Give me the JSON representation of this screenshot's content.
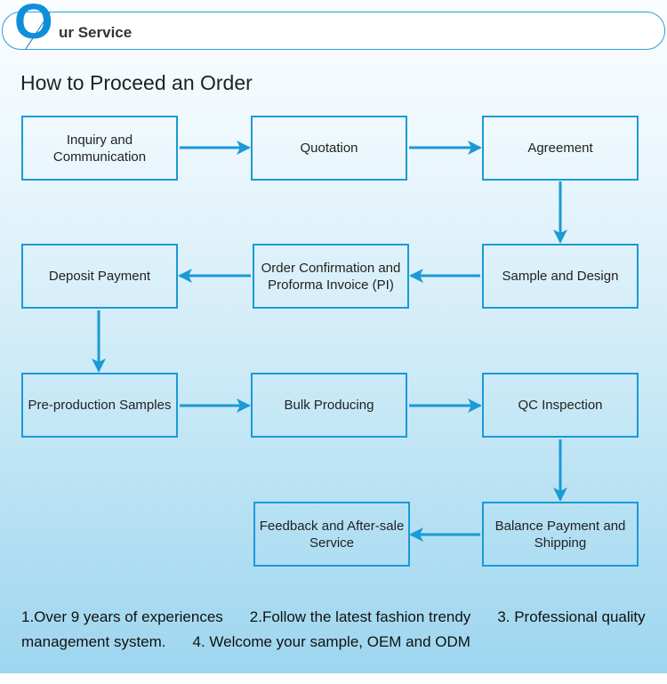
{
  "header": {
    "letter": "O",
    "title": "ur Service"
  },
  "title": "How to Proceed an Order",
  "steps": [
    "Inquiry and Communication",
    "Quotation",
    "Agreement",
    "Sample and Design",
    "Order Confirmation and Proforma Invoice (PI)",
    "Deposit Payment",
    "Pre-production Samples",
    "Bulk Producing",
    "QC Inspection",
    "Balance Payment and Shipping",
    "Feedback and After-sale Service"
  ],
  "footer": [
    "1.Over 9 years of experiences",
    "2.Follow the latest fashion trendy",
    "3. Professional quality management system.",
    "4. Welcome your sample, OEM and ODM"
  ],
  "colors": {
    "accent": "#1a9ad6"
  }
}
